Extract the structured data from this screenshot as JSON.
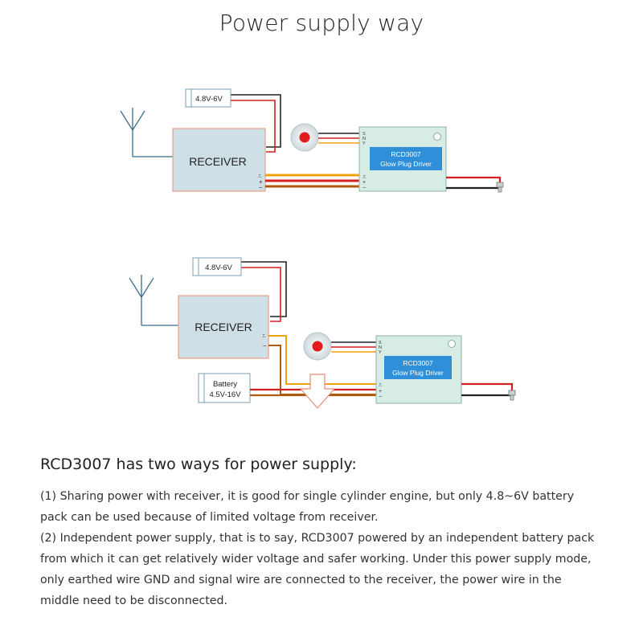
{
  "title": "Power supply way",
  "diagram1": {
    "battery_label": "4.8V-6V",
    "receiver_label": "RECEIVER",
    "driver_line1": "RCD3007",
    "driver_line2": "Glow Plug Driver",
    "pin_labels": "S\nN\nY"
  },
  "diagram2": {
    "battery_label": "4.8V-6V",
    "receiver_label": "RECEIVER",
    "driver_line1": "RCD3007",
    "driver_line2": "Glow Plug Driver",
    "battery2_line1": "Battery",
    "battery2_line2": "4.5V-16V"
  },
  "subheading": "RCD3007 has two ways for power supply:",
  "paragraph1": "(1) Sharing power with receiver, it is good for single cylinder engine, but only 4.8~6V battery pack can be used because of limited voltage from receiver.",
  "paragraph2": "(2) Independent power supply, that is to say, RCD3007 powered by an independent battery pack from which it can get relatively wider voltage and safer working. Under this power supply mode, only earthed wire GND and signal wire are connected to the receiver, the power wire in the middle need to be disconnected.",
  "colors": {
    "receiver_fill": "#cfdfe6",
    "receiver_border": "#e8a08a",
    "driver_fill": "#d6ece4",
    "driver_label_fill": "#2f8fd8",
    "wire_red": "#d42020",
    "wire_orange": "#f0a010",
    "wire_brown": "#b05a10",
    "wire_black": "#222222"
  }
}
